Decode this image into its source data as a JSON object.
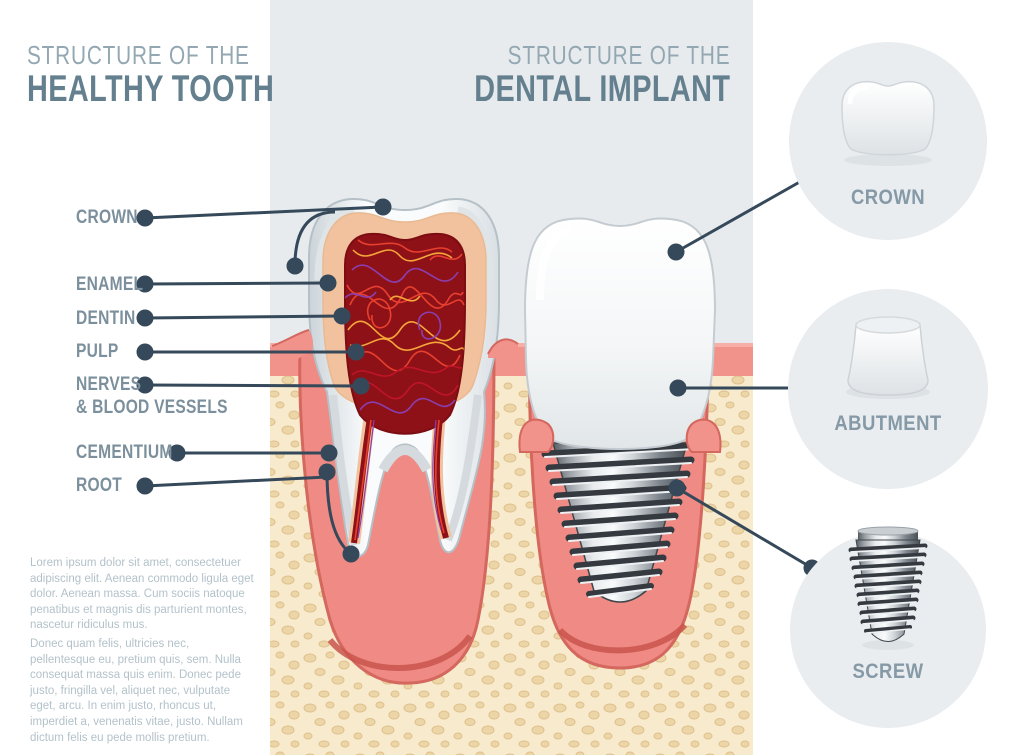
{
  "healthy_tooth": {
    "title_line1": "STRUCTURE OF THE",
    "title_line2": "HEALTHY TOOTH",
    "labels": {
      "crown": "CROWN",
      "enamel": "ENAMEL",
      "dentin": "DENTIN",
      "pulp": "PULP",
      "nerves_line1": "NERVES",
      "nerves_line2": "& BLOOD VESSELS",
      "cementium": "CEMENTIUM",
      "root": "ROOT"
    },
    "paragraphs": {
      "p1": "Lorem ipsum dolor sit amet, consectetuer adipiscing elit. Aenean commodo ligula eget dolor. Aenean massa. Cum sociis natoque penatibus et magnis dis parturient montes, nascetur ridiculus mus.",
      "p2": "Donec quam felis, ultricies nec, pellentesque eu, pretium quis, sem. Nulla consequat massa quis enim. Donec pede justo, fringilla vel, aliquet nec, vulputate eget, arcu. In enim justo, rhoncus ut, imperdiet a, venenatis vitae, justo. Nullam dictum felis eu pede mollis pretium."
    }
  },
  "dental_implant": {
    "title_line1": "STRUCTURE OF THE",
    "title_line2": "DENTAL IMPLANT",
    "parts": {
      "crown": "CROWN",
      "abutment": "ABUTMENT",
      "screw": "SCREW"
    }
  },
  "colors": {
    "title_light": "#93a8b2",
    "title_bold": "#64808f",
    "label_text": "#7b909c",
    "body_text": "#b3c2ca",
    "leader_line": "#35495a",
    "panel_background": "#e7ebee",
    "circle_background": "#e9edf0",
    "gum_pink": "#f1928b",
    "gum_outline": "#d4675e",
    "bone_base": "#f7eacd",
    "bone_speckle": "#ecd6a8",
    "enamel_white": "#f8fafb",
    "dentin_peach": "#f2c29e",
    "pulp_dark_red": "#8e1117",
    "nerve_red": "#e8402f",
    "nerve_orange": "#f5a63b",
    "nerve_purple": "#8b3fae",
    "screw_metal_dark": "#4a5056",
    "screw_metal_light": "#f8fafb"
  }
}
